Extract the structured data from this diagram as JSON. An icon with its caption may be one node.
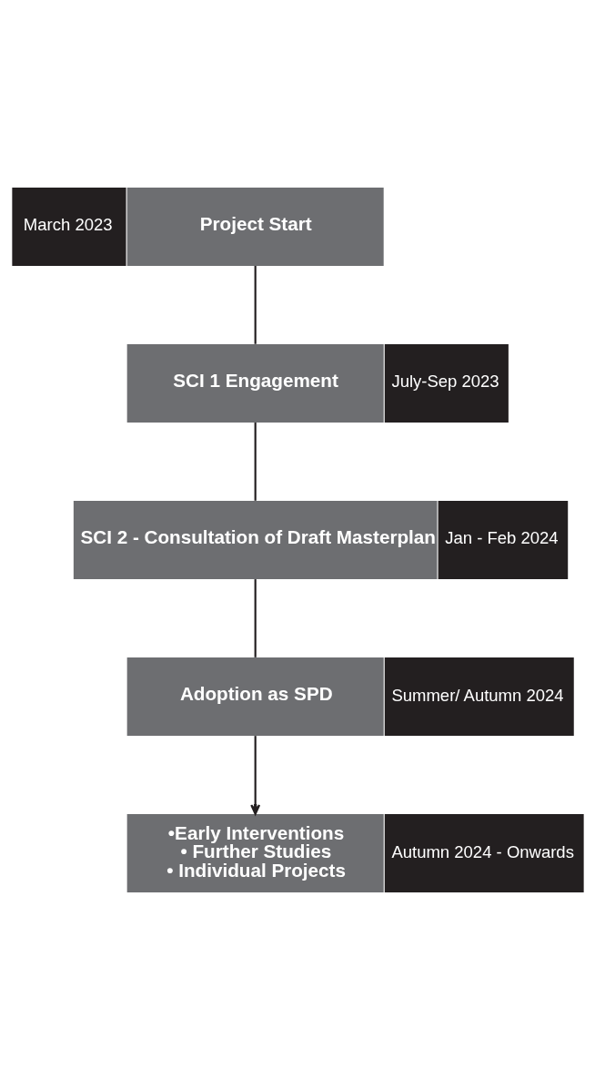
{
  "diagram": {
    "nodes": [
      {
        "text": [
          "March 2023"
        ]
      },
      {
        "text": [
          "Project Start"
        ]
      },
      {
        "text": [
          "July-Sep 2023"
        ]
      },
      {
        "text": [
          "SCI 1 Engagement"
        ]
      },
      {
        "text": [
          "Jan - Feb 2024"
        ]
      },
      {
        "text": [
          "SCI 2 - Consultation of Draft Masterplan"
        ]
      },
      {
        "text": [
          "Summer/ Autumn 2024"
        ]
      },
      {
        "text": [
          "Adoption as SPD"
        ]
      },
      {
        "text": [
          "Autumn 2024 - Onwards"
        ]
      },
      {
        "text": [
          "•Early Interventions",
          "• Further Studies",
          "• Individual Projects"
        ]
      }
    ],
    "edges": [
      {
        "from": 1,
        "to": 3,
        "arrow": "none"
      },
      {
        "from": 3,
        "to": 5,
        "arrow": "none"
      },
      {
        "from": 5,
        "to": 7,
        "arrow": "none"
      },
      {
        "from": 7,
        "to": 9,
        "arrow": "to"
      }
    ]
  }
}
